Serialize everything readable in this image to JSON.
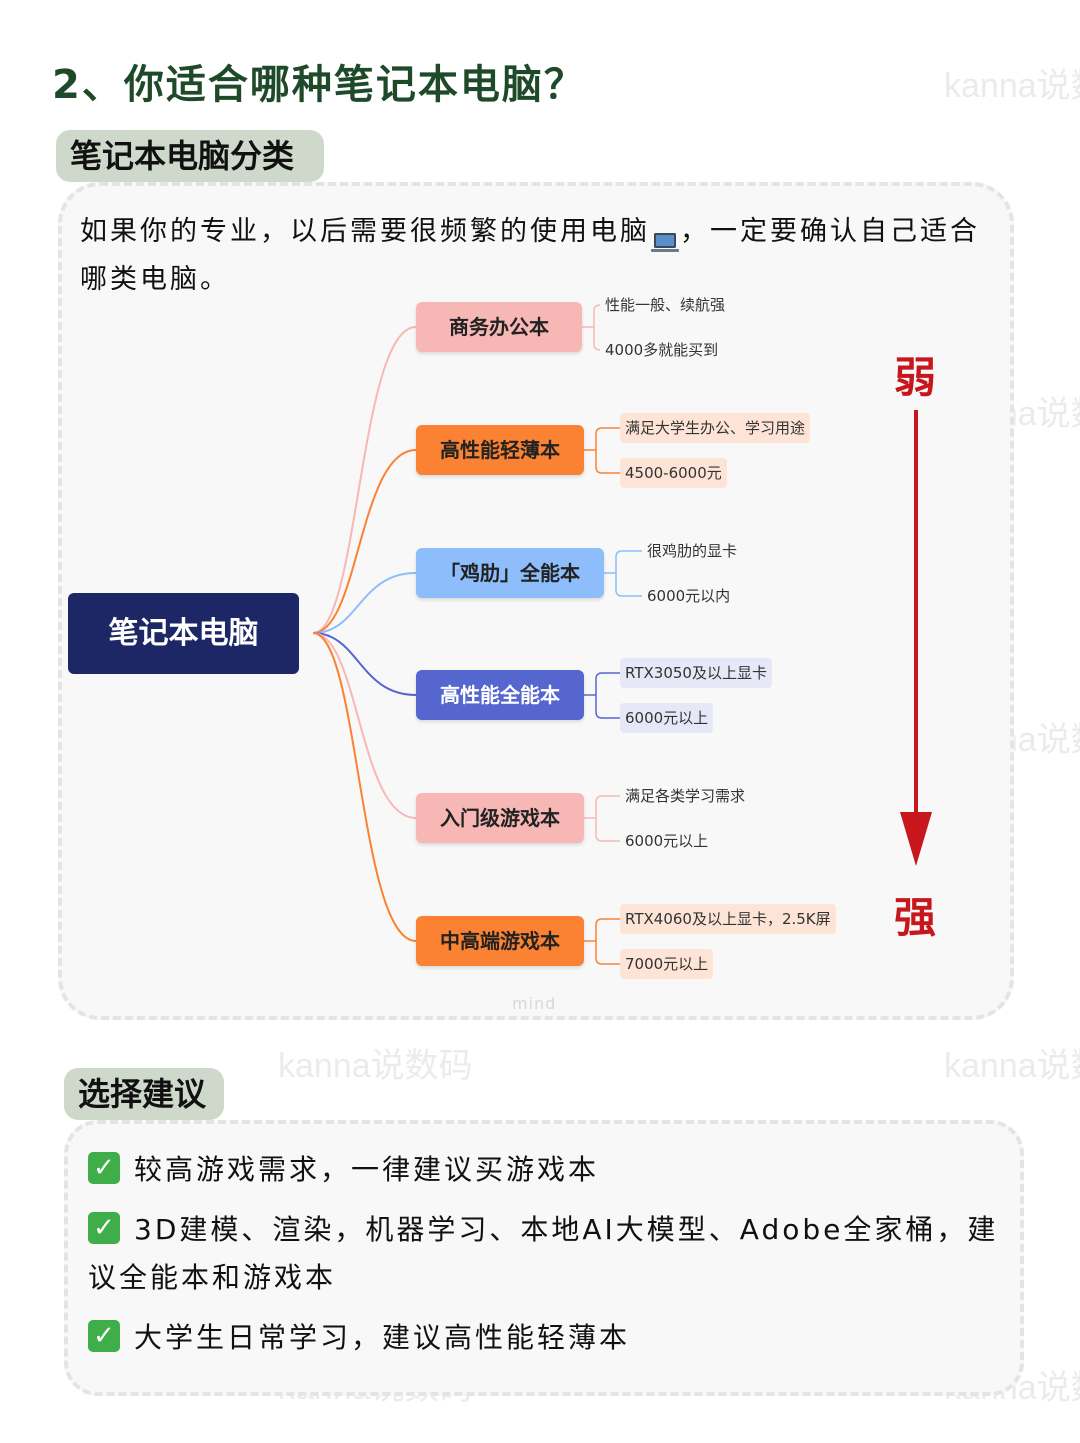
{
  "title": "2、你适合哪种笔记本电脑？",
  "watermark": "kanna说数码",
  "section1": {
    "heading": "笔记本电脑分类",
    "intro_before_icon": "如果你的专业，以后需要很频繁的使用电脑",
    "intro_after_icon": "，一定要确认自己适合哪类电脑。"
  },
  "mindmap": {
    "root": "笔记本电脑",
    "branches": [
      {
        "label": "商务办公本",
        "color": "#f7b8b5",
        "details": [
          "性能一般、续航强",
          "4000多就能买到"
        ]
      },
      {
        "label": "高性能轻薄本",
        "color": "#fa8232",
        "details": [
          "满足大学生办公、学习用途",
          "4500-6000元"
        ]
      },
      {
        "label": "「鸡肋」全能本",
        "color": "#8dbdfa",
        "details": [
          "很鸡肋的显卡",
          "6000元以内"
        ]
      },
      {
        "label": "高性能全能本",
        "color": "#5566cf",
        "details": [
          "RTX3050及以上显卡",
          "6000元以上"
        ]
      },
      {
        "label": "入门级游戏本",
        "color": "#f7b8b5",
        "details": [
          "满足各类学习需求",
          "6000元以上"
        ]
      },
      {
        "label": "中高端游戏本",
        "color": "#fa8232",
        "details": [
          "RTX4060及以上显卡，2.5K屏",
          "7000元以上"
        ]
      }
    ],
    "scale_top": "弱",
    "scale_bottom": "强",
    "credit": "mind"
  },
  "section2": {
    "heading": "选择建议",
    "items": [
      "较高游戏需求，一律建议买游戏本",
      "3D建模、渲染，机器学习、本地AI大模型、Adobe全家桶，建议全能本和游戏本",
      "大学生日常学习，建议高性能轻薄本"
    ]
  },
  "colors": {
    "title": "#1f4a2a",
    "tag_bg": "#cfd9cb",
    "root_bg": "#1d2766",
    "arrow": "#c8161d",
    "check": "#3fae49"
  }
}
